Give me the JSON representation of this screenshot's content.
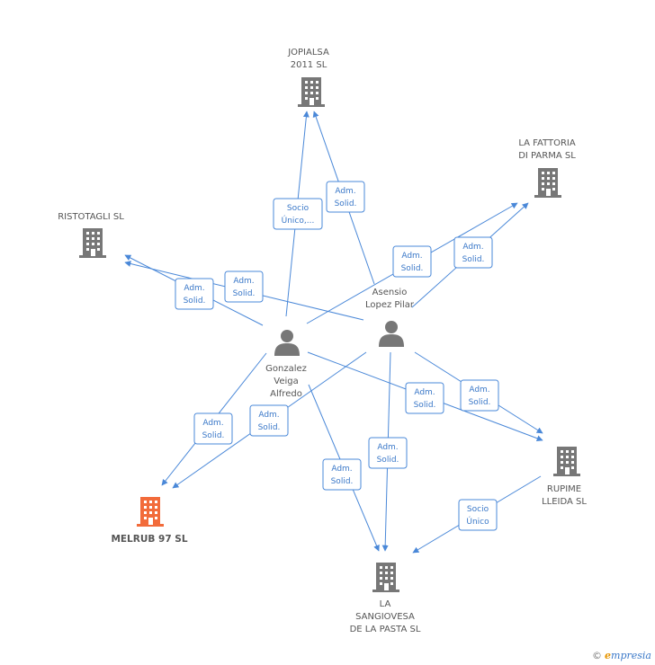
{
  "colors": {
    "company": "#777777",
    "highlight": "#f26b3a",
    "edge": "#4a88d8",
    "label": "#555555"
  },
  "nodes": {
    "jopialsa": {
      "lines": [
        "JOPIALSA",
        "2011 SL"
      ],
      "icon": "building-icon"
    },
    "fattoria": {
      "lines": [
        "LA FATTORIA",
        "DI PARMA SL"
      ],
      "icon": "building-icon"
    },
    "ristotagli": {
      "lines": [
        "RISTOTAGLI SL"
      ],
      "icon": "building-icon"
    },
    "asensio": {
      "lines": [
        "Asensio",
        "Lopez Pilar"
      ],
      "icon": "person-icon"
    },
    "gonzalez": {
      "lines": [
        "Gonzalez",
        "Veiga",
        "Alfredo"
      ],
      "icon": "person-icon"
    },
    "melrub": {
      "lines": [
        "MELRUB 97 SL"
      ],
      "icon": "building-icon"
    },
    "rupime": {
      "lines": [
        "RUPIME",
        "LLEIDA SL"
      ],
      "icon": "building-icon"
    },
    "sangiovesa": {
      "lines": [
        "LA",
        "SANGIOVESA",
        "DE LA PASTA SL"
      ],
      "icon": "building-icon"
    }
  },
  "relations": {
    "socio_unico_dots": [
      "Socio",
      "Único,..."
    ],
    "adm_solid": [
      "Adm.",
      "Solid."
    ],
    "socio_unico": [
      "Socio",
      "Único"
    ]
  },
  "footer": {
    "copyright": "©",
    "brand_first": "e",
    "brand_rest": "mpresia"
  }
}
